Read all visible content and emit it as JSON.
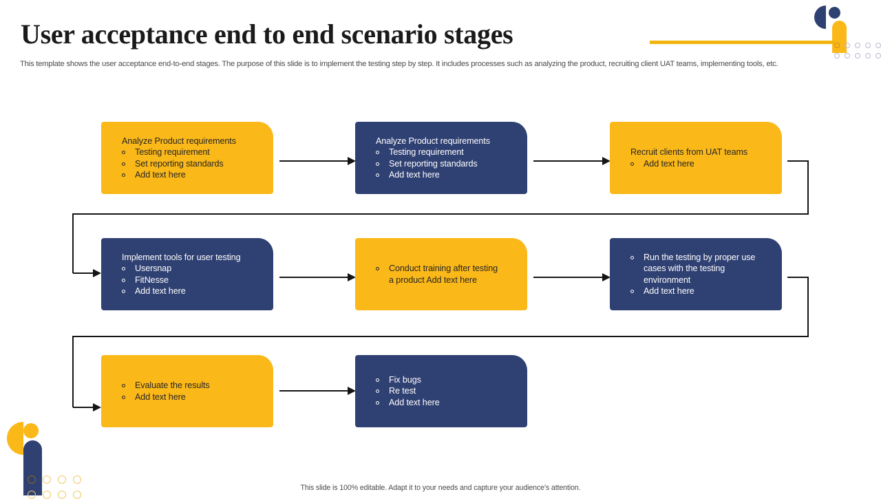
{
  "header": {
    "title": "User acceptance end to end scenario stages",
    "subtitle": "This template shows the user acceptance end-to-end stages. The purpose of this slide is to implement the testing step by step. It includes processes such as analyzing the product, recruiting client UAT teams, implementing tools, etc."
  },
  "footer": {
    "note": "This slide is 100% editable. Adapt it to your needs and capture your audience's attention."
  },
  "colors": {
    "yellow": "#fbb819",
    "yellow_shadow": "#fbe9b9",
    "navy": "#2f4072",
    "navy_shadow": "#b6bdd6",
    "rule": "#f2b50f",
    "connector": "#151515",
    "text_dark": "#262626",
    "text_light": "#ffffff",
    "subtitle": "#4b4b4b"
  },
  "flow": {
    "nodes": [
      {
        "id": "stage-1",
        "color": "yellow",
        "heading": "Analyze Product requirements",
        "bullets": [
          "Testing requirement",
          "Set reporting  standards",
          "Add text here"
        ]
      },
      {
        "id": "stage-2",
        "color": "navy",
        "heading": "Analyze Product requirements",
        "bullets": [
          "Testing requirement",
          "Set reporting  standards",
          "Add text here"
        ]
      },
      {
        "id": "stage-3",
        "color": "yellow",
        "heading": "Recruit clients from UAT teams",
        "bullets": [
          "Add text here"
        ]
      },
      {
        "id": "stage-4",
        "color": "navy",
        "heading": "Implement tools for user testing",
        "bullets": [
          "Usersnap",
          "FitNesse",
          "Add text here"
        ]
      },
      {
        "id": "stage-5",
        "color": "yellow",
        "heading": "",
        "bullets": [
          "Conduct training after testing a product Add text here"
        ]
      },
      {
        "id": "stage-6",
        "color": "navy",
        "heading": "",
        "bullets": [
          "Run the testing by proper use cases with the testing environment",
          "Add text here"
        ]
      },
      {
        "id": "stage-7",
        "color": "yellow",
        "heading": "",
        "bullets": [
          "Evaluate the results",
          "Add text here"
        ]
      },
      {
        "id": "stage-8",
        "color": "navy",
        "heading": "",
        "bullets": [
          "Fix bugs",
          "Re test",
          "Add text here"
        ]
      }
    ]
  }
}
